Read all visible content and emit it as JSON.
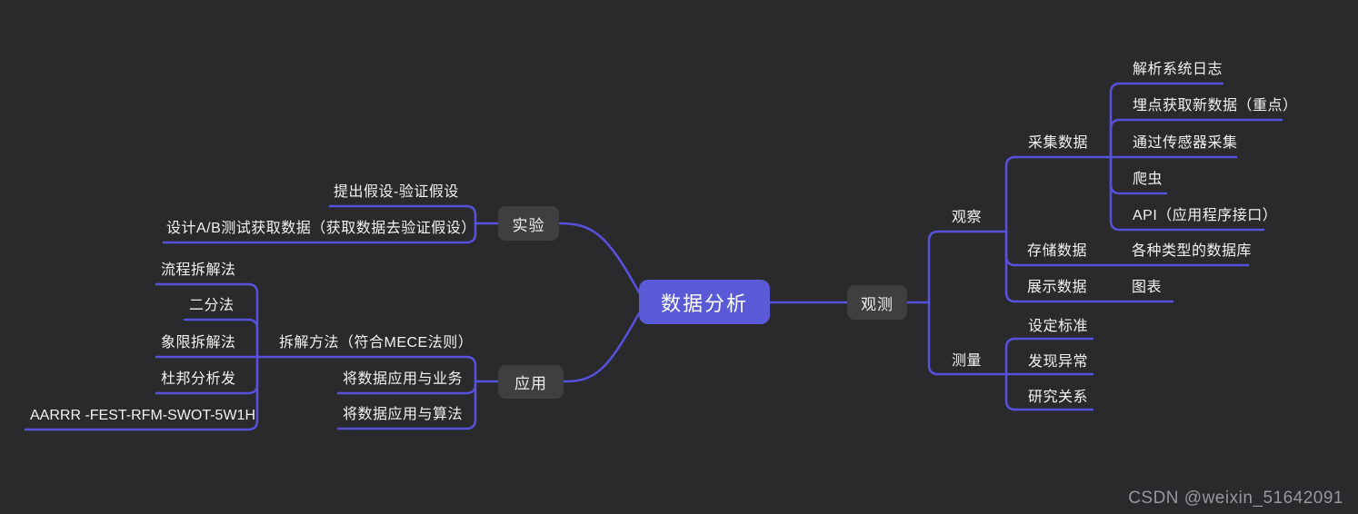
{
  "colors": {
    "background": "#2a2a2d",
    "connector": "#5751dd",
    "root_node_fill": "#5a5ad6",
    "branch_node_fill": "#3f3f42",
    "text": "#f2f2f2",
    "watermark": "#97979c"
  },
  "watermark": "CSDN @weixin_51642091",
  "mindmap": {
    "root": "数据分析",
    "experiment": {
      "label": "实验",
      "hypothesis": "提出假设-验证假设",
      "ab_test": "设计A/B测试获取数据（获取数据去验证假设）"
    },
    "application": {
      "label": "应用",
      "decompose": {
        "label": "拆解方法（符合MECE法则）",
        "children": [
          "流程拆解法",
          "二分法",
          "象限拆解法",
          "杜邦分析发",
          "AARRR -FEST-RFM-SWOT-5W1H"
        ]
      },
      "business": "将数据应用与业务",
      "algorithm": "将数据应用与算法"
    },
    "observation": {
      "label": "观测",
      "observe": {
        "label": "观察",
        "collect": {
          "label": "采集数据",
          "children": [
            "解析系统日志",
            "埋点获取新数据（重点）",
            "通过传感器采集",
            "爬虫",
            "API（应用程序接口）"
          ]
        },
        "store": {
          "label": "存储数据",
          "value": "各种类型的数据库"
        },
        "display": {
          "label": "展示数据",
          "value": "图表"
        }
      },
      "measure": {
        "label": "测量",
        "children": [
          "设定标准",
          "发现异常",
          "研究关系"
        ]
      }
    }
  }
}
